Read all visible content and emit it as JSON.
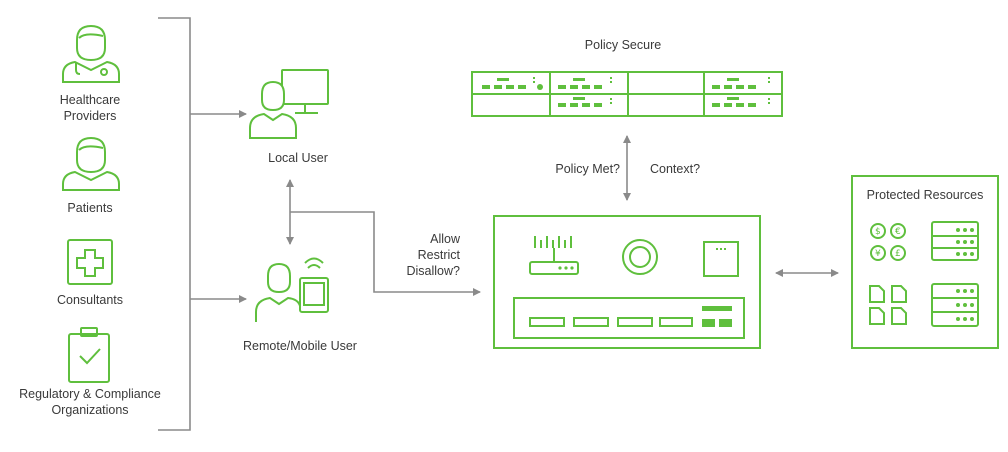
{
  "actors": {
    "healthcare_providers": "Healthcare\nProviders",
    "patients": "Patients",
    "consultants": "Consultants",
    "regulatory": "Regulatory & Compliance\nOrganizations"
  },
  "users": {
    "local": "Local User",
    "remote": "Remote/Mobile User"
  },
  "policy": {
    "secure": "Policy Secure",
    "met": "Policy Met?",
    "context": "Context?",
    "decision_1": "Allow",
    "decision_2": "Restrict",
    "decision_3": "Disallow?"
  },
  "resources": {
    "title": "Protected Resources"
  },
  "colors": {
    "accent": "#5fbf3d",
    "lines": "#8a8a8a",
    "text": "#3a3a3a"
  }
}
